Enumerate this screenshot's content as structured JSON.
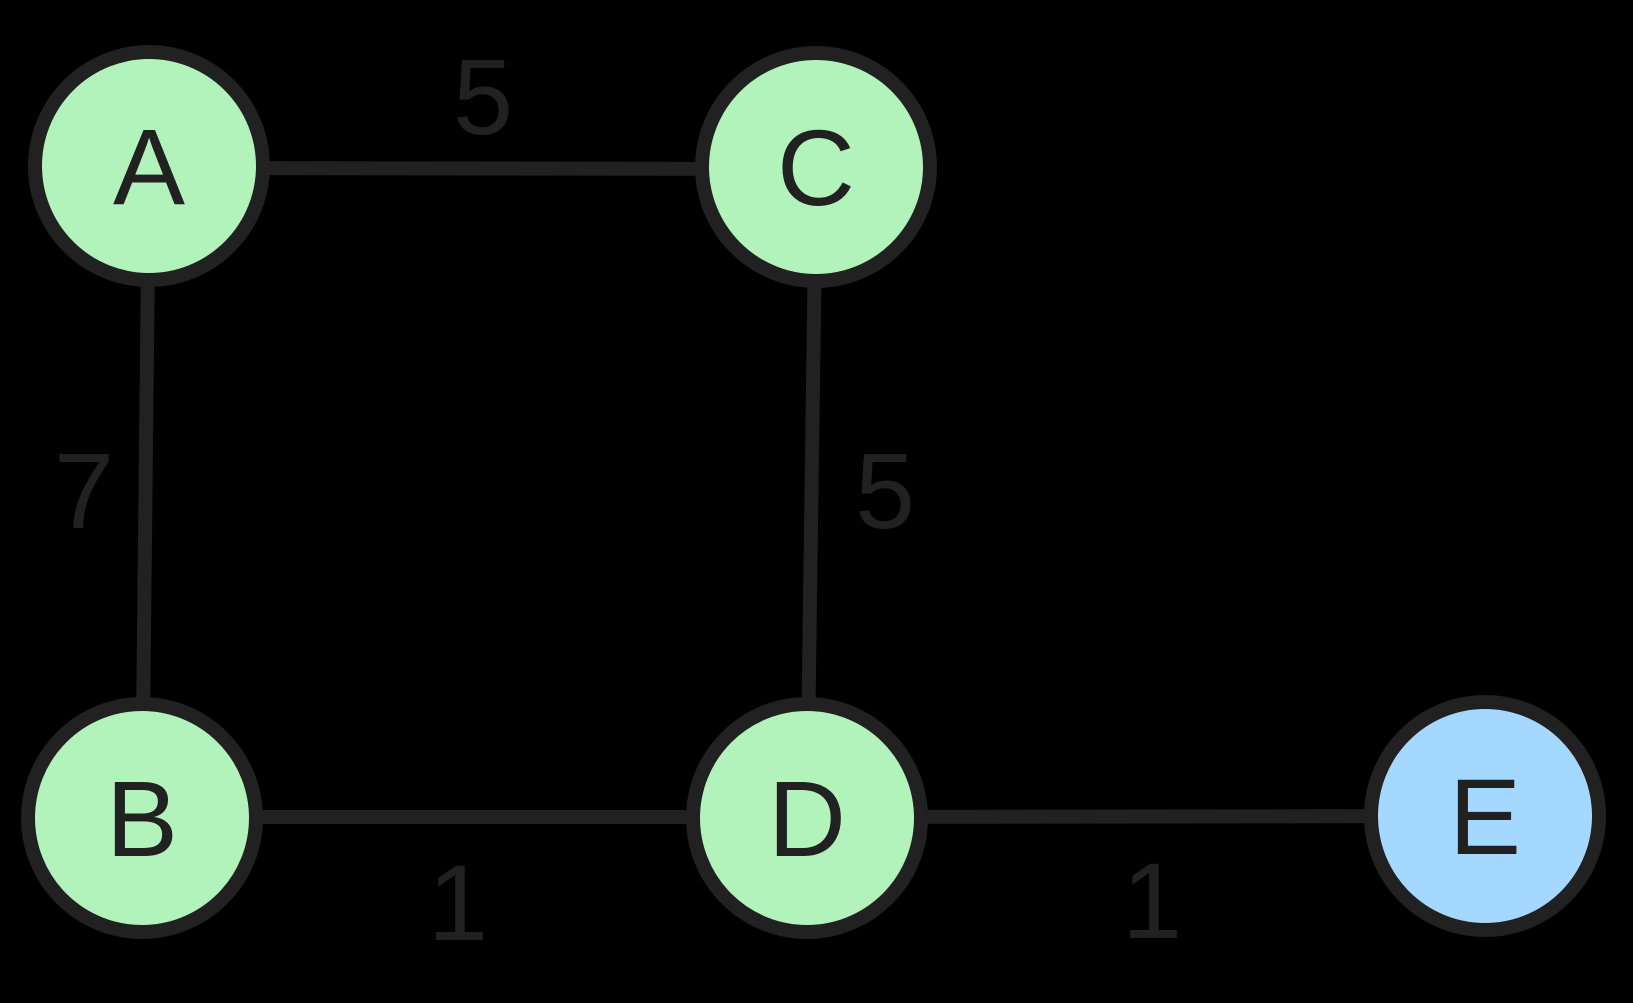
{
  "diagram": {
    "type": "undirected-weighted-graph",
    "colors": {
      "background": "#000000",
      "stroke": "#212121",
      "node_fill_green": "#b2f2bb",
      "node_fill_blue": "#a5d8ff",
      "text": "#212121"
    },
    "nodes": [
      {
        "id": "A",
        "label": "A",
        "fill": "#b2f2bb"
      },
      {
        "id": "B",
        "label": "B",
        "fill": "#b2f2bb"
      },
      {
        "id": "C",
        "label": "C",
        "fill": "#b2f2bb"
      },
      {
        "id": "D",
        "label": "D",
        "fill": "#b2f2bb"
      },
      {
        "id": "E",
        "label": "E",
        "fill": "#a5d8ff"
      }
    ],
    "edges": [
      {
        "from": "A",
        "to": "C",
        "weight": "5"
      },
      {
        "from": "A",
        "to": "B",
        "weight": "7"
      },
      {
        "from": "C",
        "to": "D",
        "weight": "5"
      },
      {
        "from": "B",
        "to": "D",
        "weight": "1"
      },
      {
        "from": "D",
        "to": "E",
        "weight": "1"
      }
    ]
  }
}
